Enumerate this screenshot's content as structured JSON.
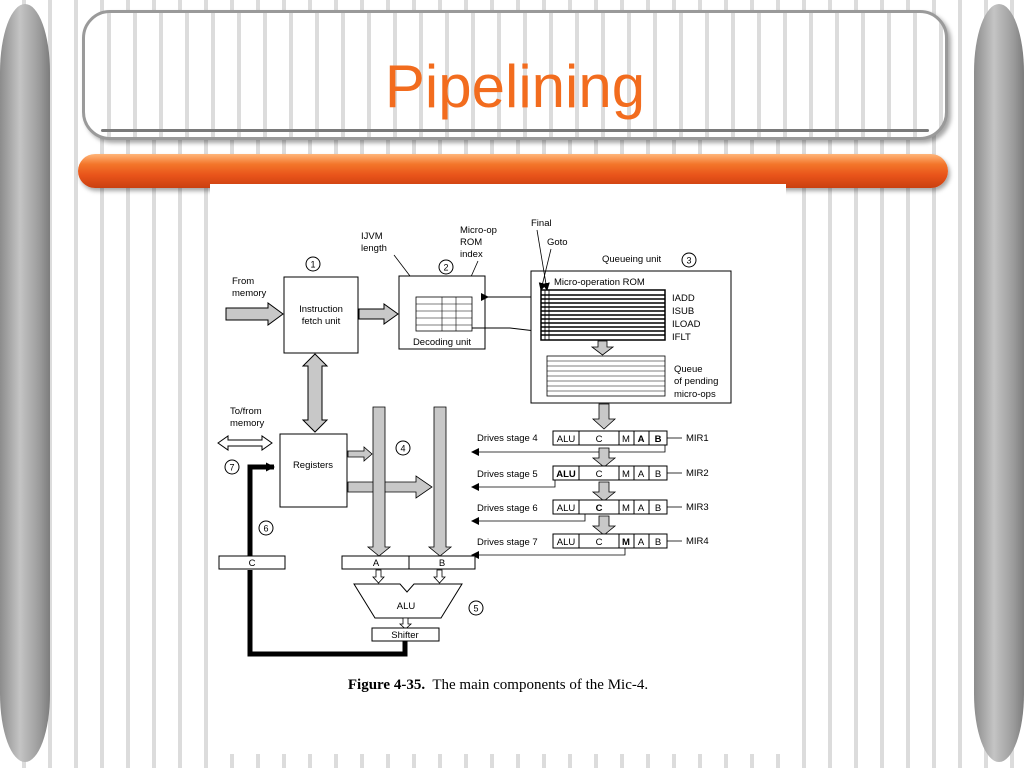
{
  "slide": {
    "title": "Pipelining"
  },
  "figure": {
    "caption_label": "Figure 4-35.",
    "caption_text": "The main components of the Mic-4."
  },
  "diagram": {
    "from_memory": [
      "From",
      "memory"
    ],
    "to_from_memory": [
      "To/from",
      "memory"
    ],
    "ijvm_length": [
      "IJVM",
      "length"
    ],
    "micro_op_rom_index": [
      "Micro-op",
      "ROM",
      "index"
    ],
    "final": "Final",
    "goto": "Goto",
    "queueing_unit": "Queueing unit",
    "micro_operation_rom": "Micro-operation ROM",
    "opcodes": [
      "IADD",
      "ISUB",
      "ILOAD",
      "IFLT"
    ],
    "queue_label": [
      "Queue",
      "of pending",
      "micro-ops"
    ],
    "instruction_fetch_unit": [
      "Instruction",
      "fetch unit"
    ],
    "decoding_unit": "Decoding unit",
    "registers": "Registers",
    "alu": "ALU",
    "shifter": "Shifter",
    "bus_c": "C",
    "bus_a": "A",
    "bus_b": "B",
    "circle_numbers": [
      "1",
      "2",
      "3",
      "4",
      "5",
      "6",
      "7"
    ],
    "mir_rows": [
      {
        "drives": "Drives stage 4",
        "fields": [
          "ALU",
          "C",
          "M",
          "A",
          "B"
        ],
        "bold": "A B",
        "mir": "MIR1"
      },
      {
        "drives": "Drives stage 5",
        "fields": [
          "ALU",
          "C",
          "M",
          "A",
          "B"
        ],
        "bold": "ALU",
        "mir": "MIR2"
      },
      {
        "drives": "Drives stage 6",
        "fields": [
          "ALU",
          "C",
          "M",
          "A",
          "B"
        ],
        "bold": "C",
        "mir": "MIR3"
      },
      {
        "drives": "Drives stage 7",
        "fields": [
          "ALU",
          "C",
          "M",
          "A",
          "B"
        ],
        "bold": "M",
        "mir": "MIR4"
      }
    ]
  },
  "colors": {
    "title": "#f26c1e",
    "bar": "#ee6220",
    "arrow_fill": "#c8c8c8"
  }
}
